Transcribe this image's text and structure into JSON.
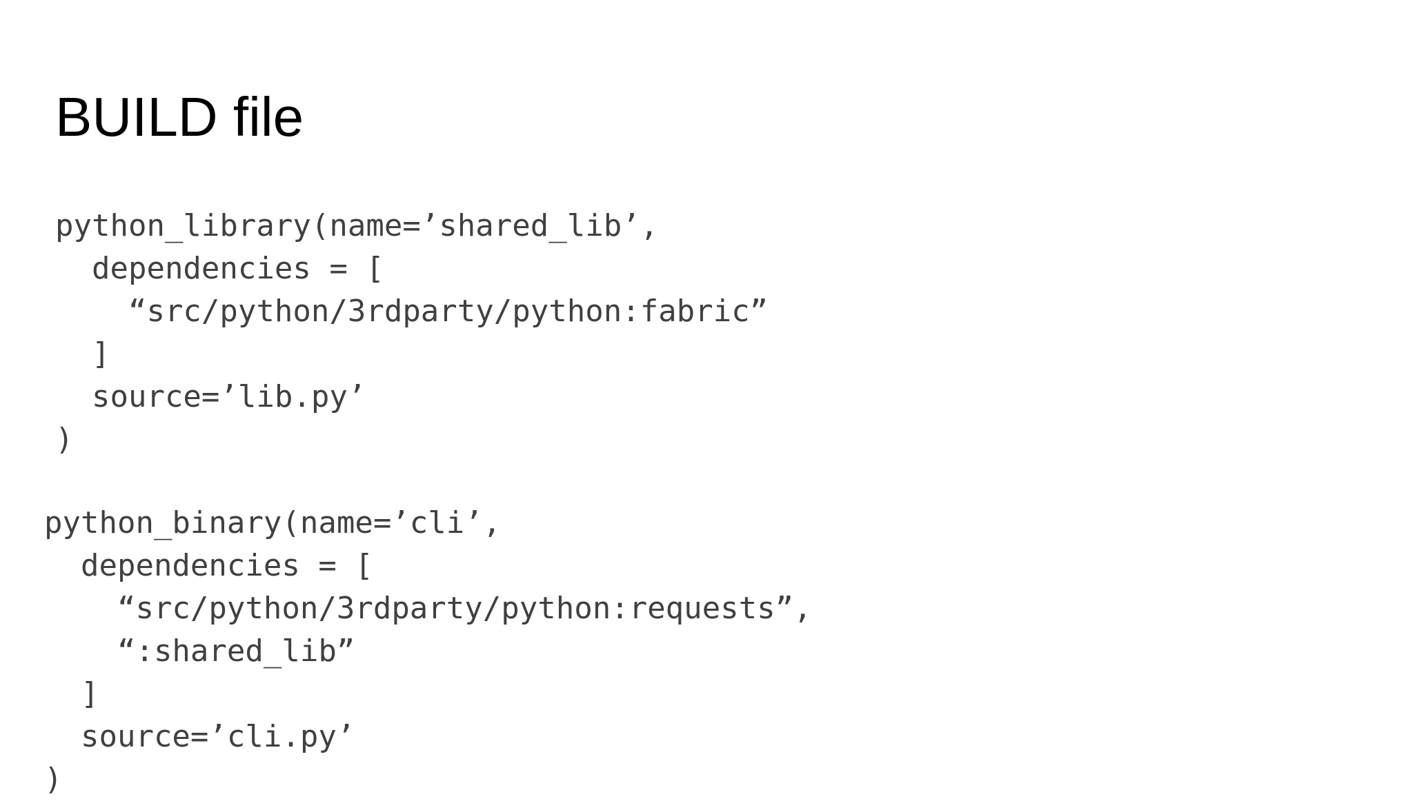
{
  "slide": {
    "title": "BUILD file",
    "text_color": "#404040",
    "title_color": "#000000",
    "background": "#ffffff"
  },
  "code_blocks": [
    {
      "lines": [
        "python_library(name=’shared_lib’,",
        "  dependencies = [",
        "    “src/python/3rdparty/python:fabric”",
        "  ]",
        "  source=’lib.py’",
        ")"
      ]
    },
    {
      "lines": [
        "python_binary(name=’cli’,",
        "  dependencies = [",
        "    “src/python/3rdparty/python:requests”,",
        "    “:shared_lib”",
        "  ]",
        "  source=’cli.py’",
        ")"
      ]
    }
  ]
}
